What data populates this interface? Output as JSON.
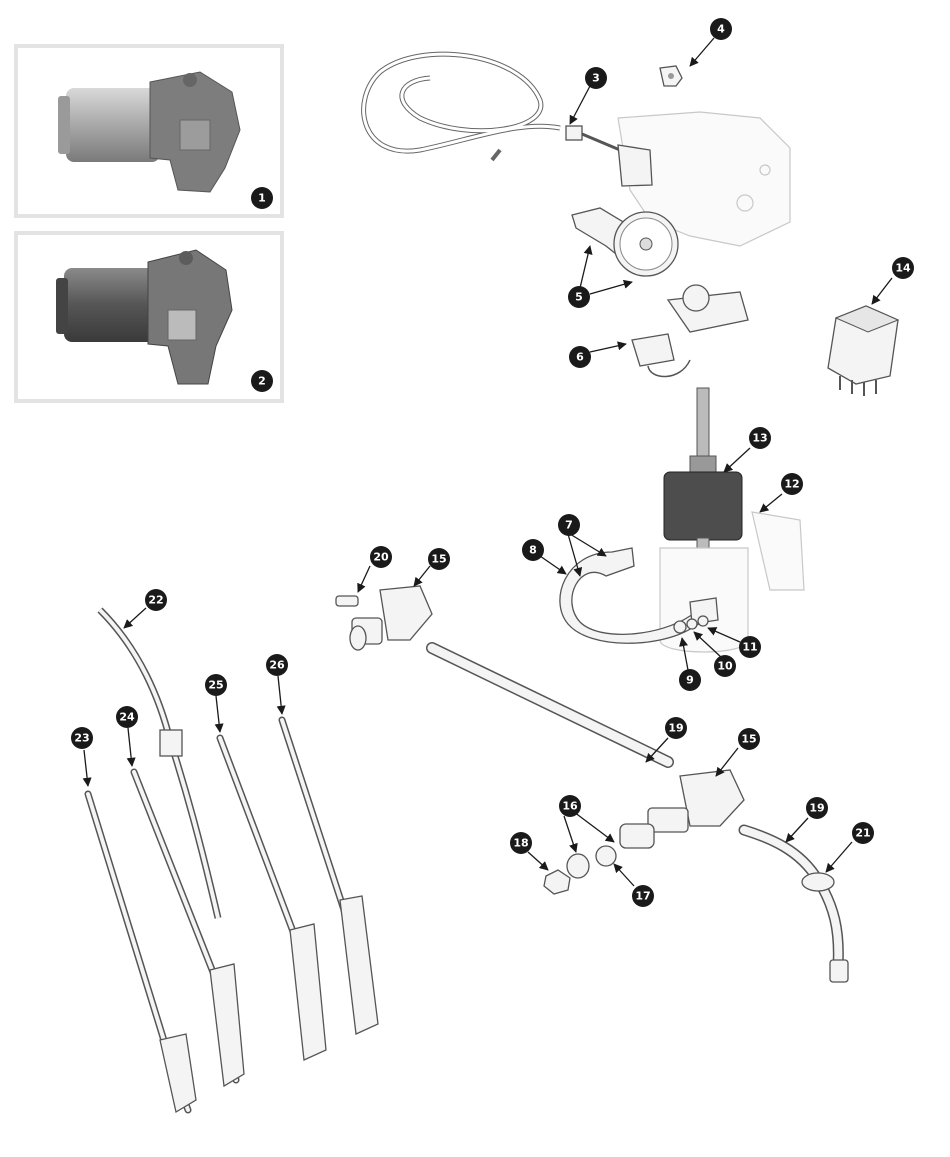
{
  "colors": {
    "callout": "#1a1a1a",
    "callout_text": "#ffffff",
    "line": "#555555",
    "frame": "#e3e3e3"
  },
  "callouts": [
    "1",
    "2",
    "3",
    "4",
    "5",
    "6",
    "7",
    "8",
    "9",
    "10",
    "11",
    "12",
    "13",
    "14",
    "15",
    "15",
    "16",
    "17",
    "18",
    "19",
    "19",
    "20",
    "21",
    "22",
    "23",
    "24",
    "25",
    "26"
  ]
}
